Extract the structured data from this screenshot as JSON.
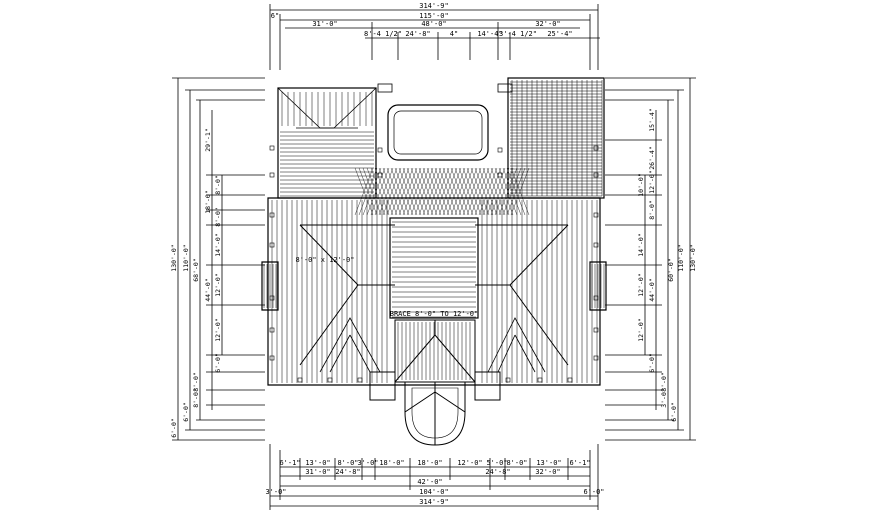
{
  "drawing": {
    "top_dims": {
      "overall": "314'-9\"",
      "main": "115'-0\"",
      "left_wing": "31'-0\"",
      "center": "48'-0\"",
      "right_wing": "32'-0\"",
      "seg_a": "8'-4 1/2\"",
      "seg_b": "24'-8\"",
      "seg_c": "4\"",
      "seg_d": "14'-4\"",
      "seg_e": "3'-4 1/2\"",
      "seg_f": "25'-4\"",
      "edge": "6\""
    },
    "bottom_dims": {
      "row1": [
        "6'-1\"",
        "13'-0\"",
        "8'-0\"",
        "3'-0\"",
        "18'-0\"",
        "18'-0\"",
        "12'-0\"",
        "5'-0\"",
        "8'-0\"",
        "13'-0\"",
        "6'-1\""
      ],
      "row2": [
        "31'-0\"",
        "24'-8\"",
        "42'-0\"",
        "24'-8\"",
        "32'-0\""
      ],
      "row3": [
        "104'-0\""
      ],
      "overall": "314'-9\"",
      "edges": [
        "3'-0\"",
        "6'-0\""
      ]
    },
    "left_dims": {
      "outer": "130'-0\"",
      "inner": "110'-0\"",
      "mid": "68'-0\"",
      "segs": [
        "29'-1\"",
        "8'-0\"",
        "18'-0\"",
        "8'-0\"",
        "14'-0\"",
        "12'-0\"",
        "44'-0\"",
        "12'-0\"",
        "6'-0\"",
        "8'-0\"",
        "8'-0\"",
        "6'-0\"",
        "6'-0\""
      ]
    },
    "right_dims": {
      "outer": "130'-0\"",
      "inner": "110'-0\"",
      "mid": "60'-0\"",
      "segs": [
        "15'-4\"",
        "26'-4\"",
        "10'-0\"",
        "12'-0\"",
        "8'-0\"",
        "14'-0\"",
        "12'-0\"",
        "44'-0\"",
        "12'-0\"",
        "6'-0\"",
        "8'-0\"",
        "3'-0\"",
        "6'-0\""
      ]
    },
    "room_labels": {
      "porch": "8'-0\" x 12'-0\"",
      "center_note": "BRACE 8'-0\" TO 12'-0\""
    }
  }
}
